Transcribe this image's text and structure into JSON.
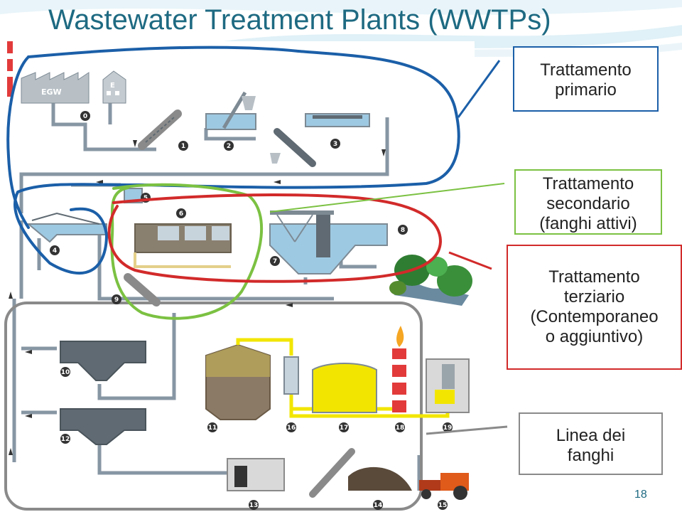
{
  "slide": {
    "title": "Wastewater Treatment Plants (WWTPs)",
    "page_number": "18"
  },
  "callouts": {
    "primario": {
      "lines": [
        "Trattamento",
        "primario"
      ],
      "color": "#1b5fa8"
    },
    "secondario": {
      "lines": [
        "Trattamento",
        "secondario",
        "(fanghi attivi)"
      ],
      "color": "#7bc142"
    },
    "terziario": {
      "lines": [
        "Trattamento",
        "terziario",
        "(Contemporaneo",
        "o aggiuntivo)"
      ],
      "color": "#d22a2a"
    },
    "fanghi": {
      "lines": [
        "Linea dei",
        "fanghi"
      ],
      "color": "#8a8a8a"
    }
  },
  "diagram": {
    "building_labels": [
      "EGW",
      "E"
    ],
    "step_numbers": [
      "0",
      "1",
      "2",
      "3",
      "4",
      "5",
      "6",
      "7",
      "8",
      "9",
      "10",
      "11",
      "12",
      "13",
      "14",
      "15",
      "16",
      "17",
      "18",
      "19"
    ],
    "colors": {
      "pipe": "#8796a3",
      "water": "#9ec9e2",
      "biogas": "#f2e600",
      "sludge": "#8a7a66",
      "tank": "#7d8a94",
      "title": "#1e6a82"
    }
  }
}
